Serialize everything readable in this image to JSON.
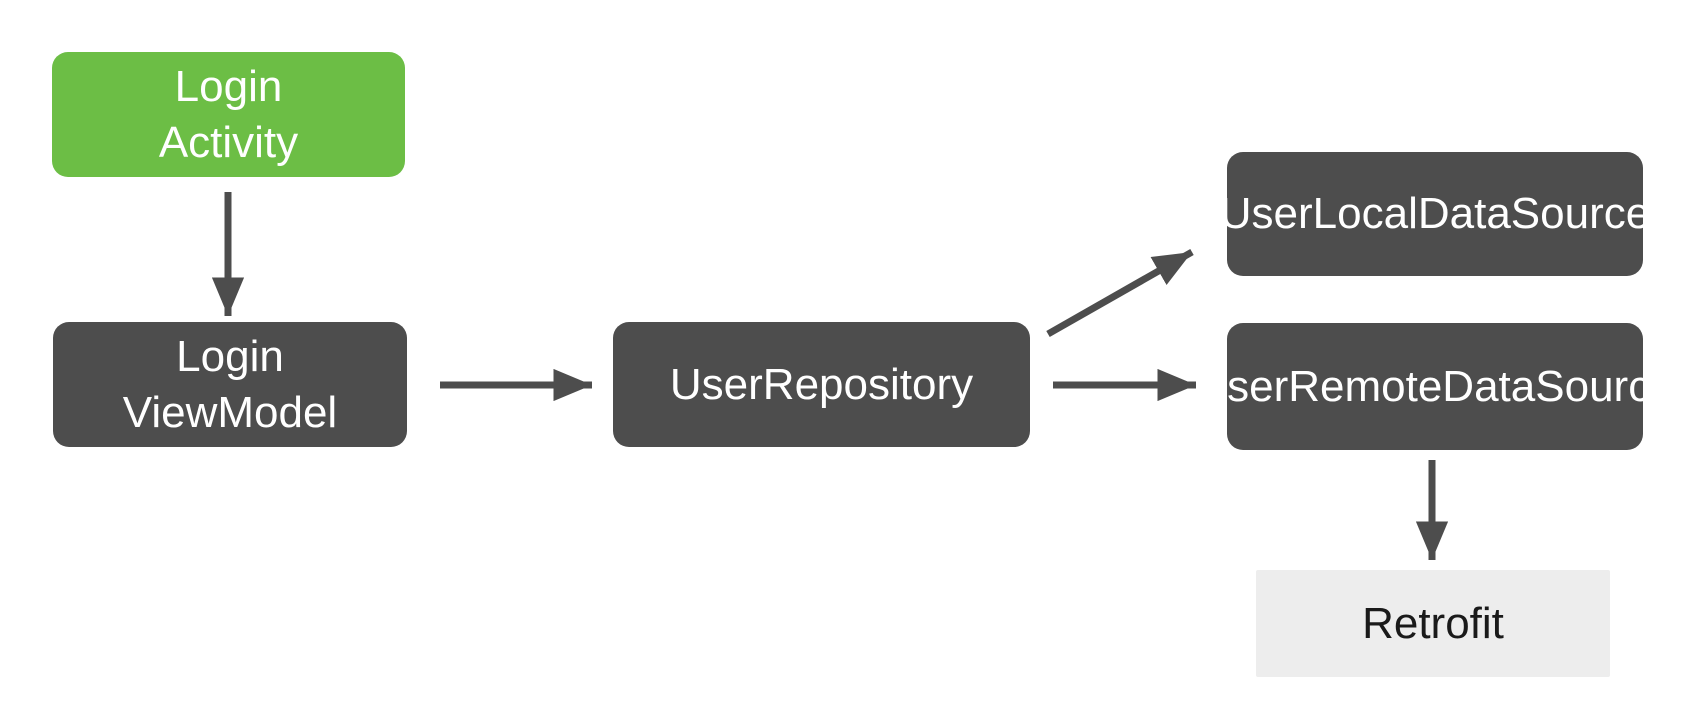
{
  "diagram": {
    "nodes": {
      "login_activity": {
        "label": "Login\nActivity"
      },
      "login_viewmodel": {
        "label": "Login\nViewModel"
      },
      "user_repository": {
        "label": "UserRepository"
      },
      "user_local_data_source": {
        "label": "UserLocalDataSource"
      },
      "user_remote_data_source": {
        "label": "UserRemoteDataSource"
      },
      "retrofit": {
        "label": "Retrofit"
      }
    },
    "edges": [
      {
        "from": "login_activity",
        "to": "login_viewmodel"
      },
      {
        "from": "login_viewmodel",
        "to": "user_repository"
      },
      {
        "from": "user_repository",
        "to": "user_local_data_source"
      },
      {
        "from": "user_repository",
        "to": "user_remote_data_source"
      },
      {
        "from": "user_remote_data_source",
        "to": "retrofit"
      }
    ],
    "colors": {
      "activity_green": "#6CBE45",
      "node_dark_gray": "#4D4D4D",
      "retrofit_light_gray": "#EDEDED",
      "arrow_gray": "#4D4D4D",
      "background": "#FFFFFF",
      "light_text": "#FFFFFF",
      "dark_text": "#1A1A1A"
    }
  }
}
